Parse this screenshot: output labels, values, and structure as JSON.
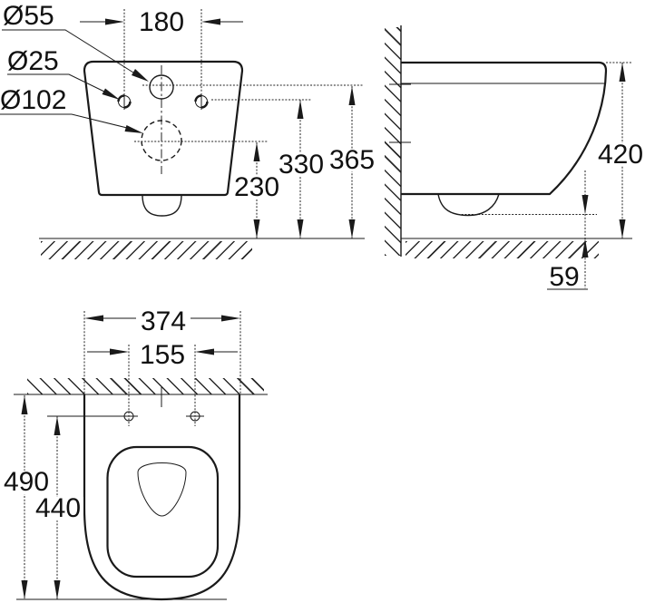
{
  "drawing": {
    "background": "#ffffff",
    "line_color": "#1a1a1a",
    "front_view": {
      "labels": {
        "hole_top": "Ø55",
        "hole_small": "Ø25",
        "hole_large": "Ø102"
      },
      "dims": {
        "hole_spacing": "180",
        "height_outlet": "230",
        "height_holes": "330",
        "height_rim": "365"
      }
    },
    "side_view": {
      "dims": {
        "height": "420",
        "trap_clearance": "59"
      }
    },
    "plan_view": {
      "dims": {
        "width": "374",
        "bolt_spacing": "155",
        "depth": "490",
        "depth_bolts": "440"
      }
    }
  }
}
